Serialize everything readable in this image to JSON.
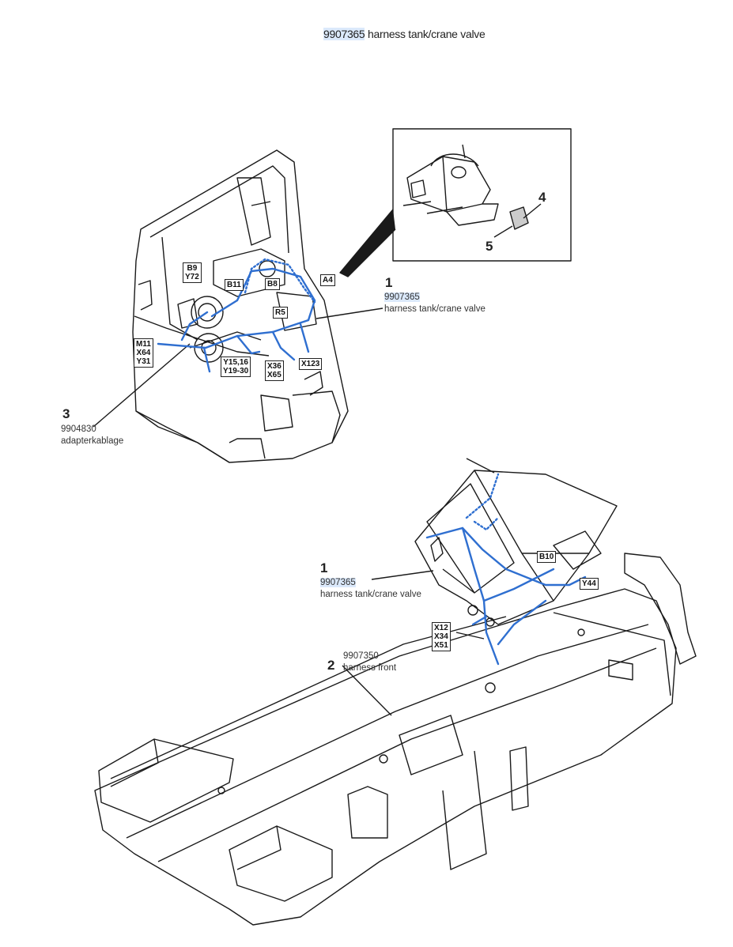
{
  "title": {
    "part_number": "9907365",
    "description": "harness tank/crane valve"
  },
  "callouts": {
    "c1_top": {
      "number": "1",
      "part": "9907365",
      "desc": "harness tank/crane valve"
    },
    "c3": {
      "number": "3",
      "part": "9904830",
      "desc": "adapterkablage"
    },
    "c4": {
      "number": "4"
    },
    "c5": {
      "number": "5"
    },
    "c1_bottom": {
      "number": "1",
      "part": "9907365",
      "desc": "harness tank/crane valve"
    },
    "c2": {
      "number": "2",
      "part": "9907350",
      "desc": "harness front"
    }
  },
  "tags": {
    "b9": "B9",
    "y72": "Y72",
    "b11": "B11",
    "b8": "B8",
    "a4": "A4",
    "r5": "R5",
    "m11": "M11",
    "x64": "X64",
    "y31": "Y31",
    "y15": "Y15,16",
    "y19": "Y19-30",
    "x36": "X36",
    "x65": "X65",
    "x123": "X123",
    "b10": "B10",
    "y44": "Y44",
    "x12": "X12",
    "x34": "X34",
    "x51": "X51"
  },
  "colors": {
    "harness": "#2f6fd0",
    "line": "#1a1a1a",
    "highlight": "#dbe9fb"
  }
}
